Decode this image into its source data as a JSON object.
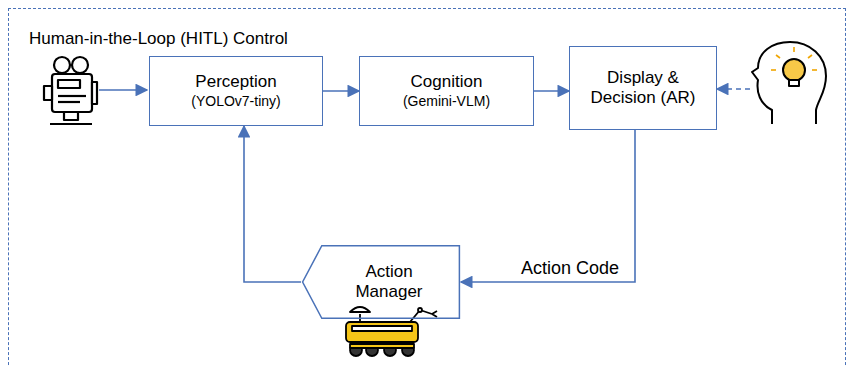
{
  "diagram": {
    "nodes": [
      {
        "text": [
          "Human-in-the-Loop (HITL) Control"
        ]
      },
      {
        "text": [
          "Perception",
          "(YOLOv7-tiny)"
        ],
        "in": 0
      },
      {
        "text": [
          "Cognition",
          "(Gemini-VLM)"
        ],
        "in": 0
      },
      {
        "text": [
          "Display & Decision (AR)"
        ],
        "in": 0
      },
      {
        "text": [
          "Action Manager"
        ],
        "in": 0
      }
    ],
    "edges": [
      {
        "from": 1,
        "to": 2,
        "arrow": "to"
      },
      {
        "from": 2,
        "to": 3,
        "arrow": "to"
      },
      {
        "from": 3,
        "to": 4,
        "label": "Action Code",
        "arrow": "to"
      },
      {
        "from": 4,
        "to": 1,
        "arrow": "to"
      }
    ]
  }
}
